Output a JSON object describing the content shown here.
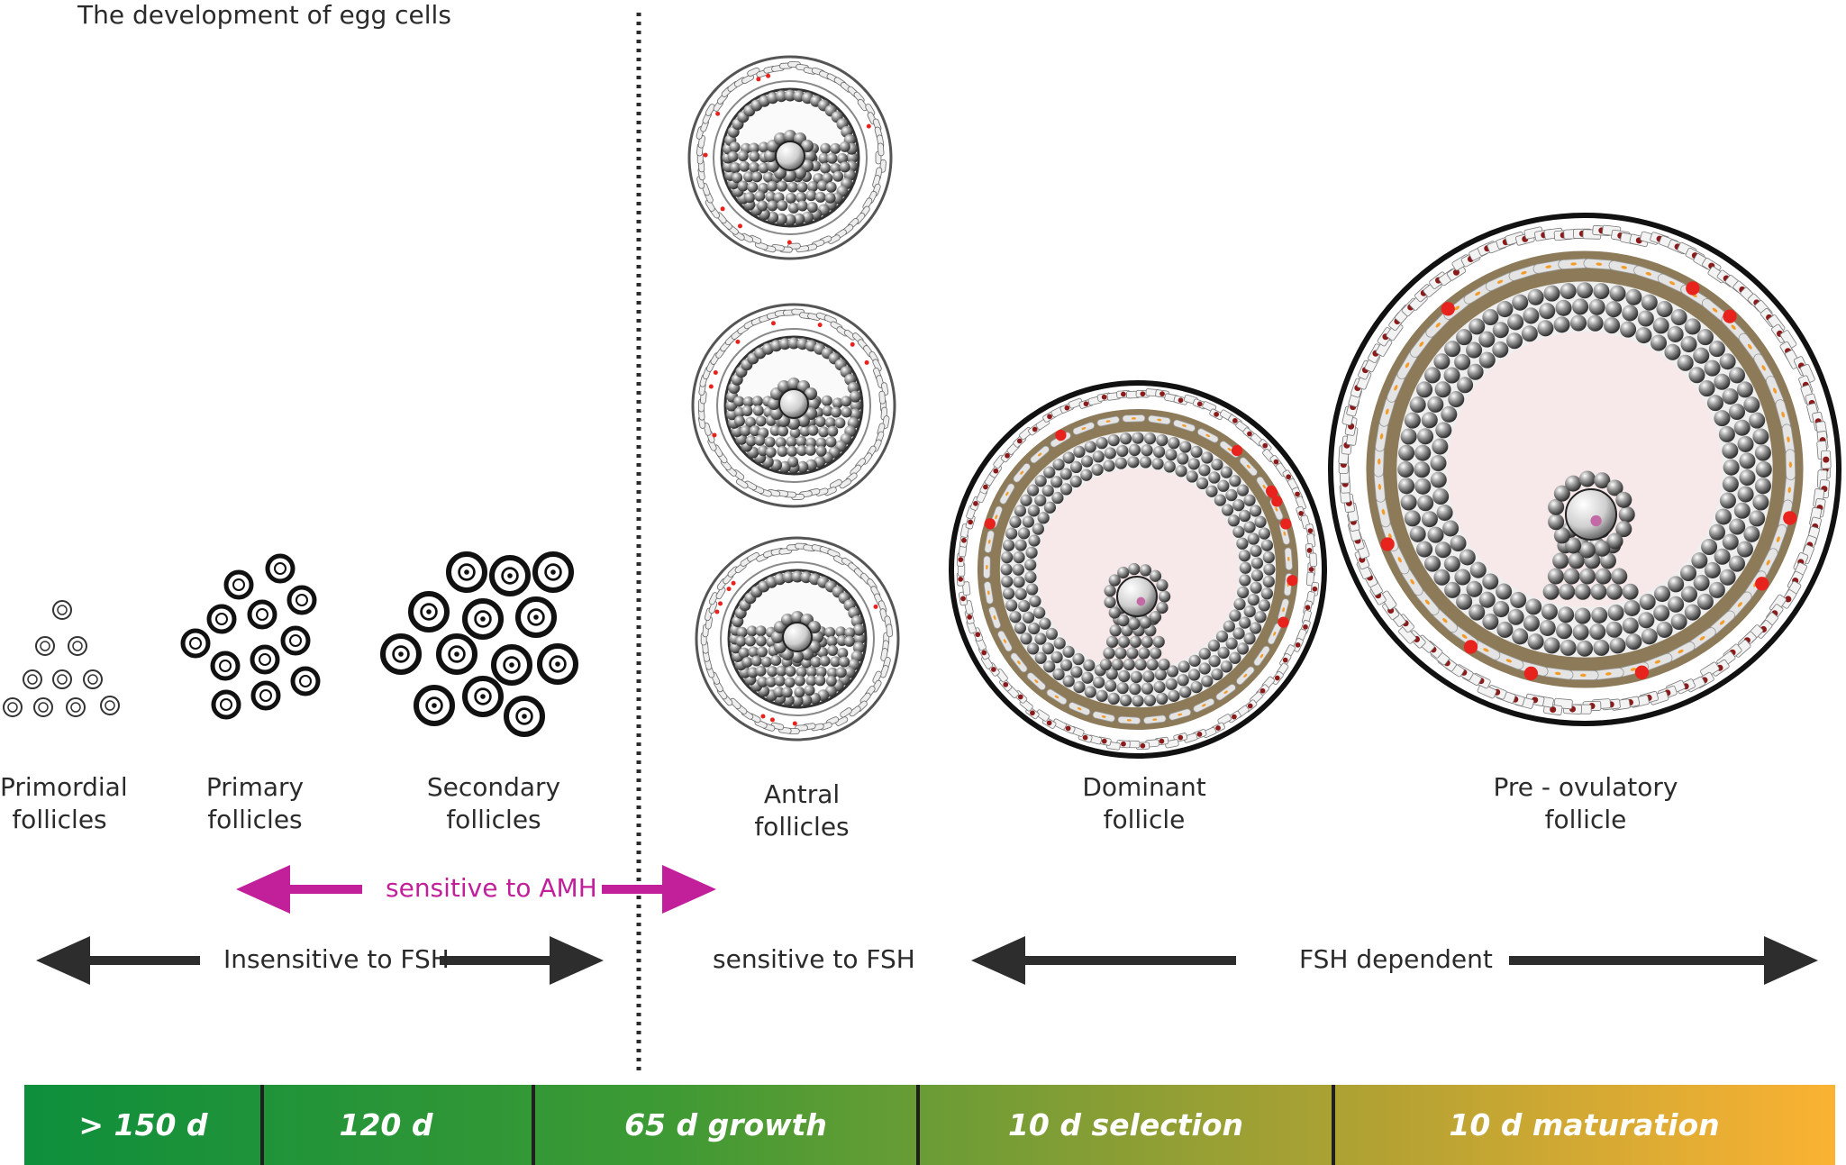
{
  "title": "The development of egg cells",
  "stages": [
    {
      "line1": "Primordial",
      "line2": "follicles"
    },
    {
      "line1": "Primary",
      "line2": "follicles"
    },
    {
      "line1": "Secondary",
      "line2": "follicles"
    },
    {
      "line1": "Antral",
      "line2": "follicles"
    },
    {
      "line1": "Dominant",
      "line2": "follicle"
    },
    {
      "line1": "Pre - ovulatory",
      "line2": "follicle"
    }
  ],
  "sensitivity": {
    "amh": "sensitive to AMH",
    "insensitive_fsh": "Insensitive to FSH",
    "sensitive_fsh": "sensitive to FSH",
    "fsh_dependent": "FSH dependent"
  },
  "timeline": [
    "> 150 d",
    "120 d",
    "65 d  growth",
    "10 d selection",
    "10 d maturation"
  ],
  "colors": {
    "amh_arrow": "#c21f9b",
    "black_arrow": "#2d2d2d",
    "timeline_start": "#0e8f3c",
    "timeline_end": "#f9b233",
    "theca": "#8c7a58",
    "antrum": "#f7e9ea",
    "blood_vessel": "#e8231d"
  }
}
